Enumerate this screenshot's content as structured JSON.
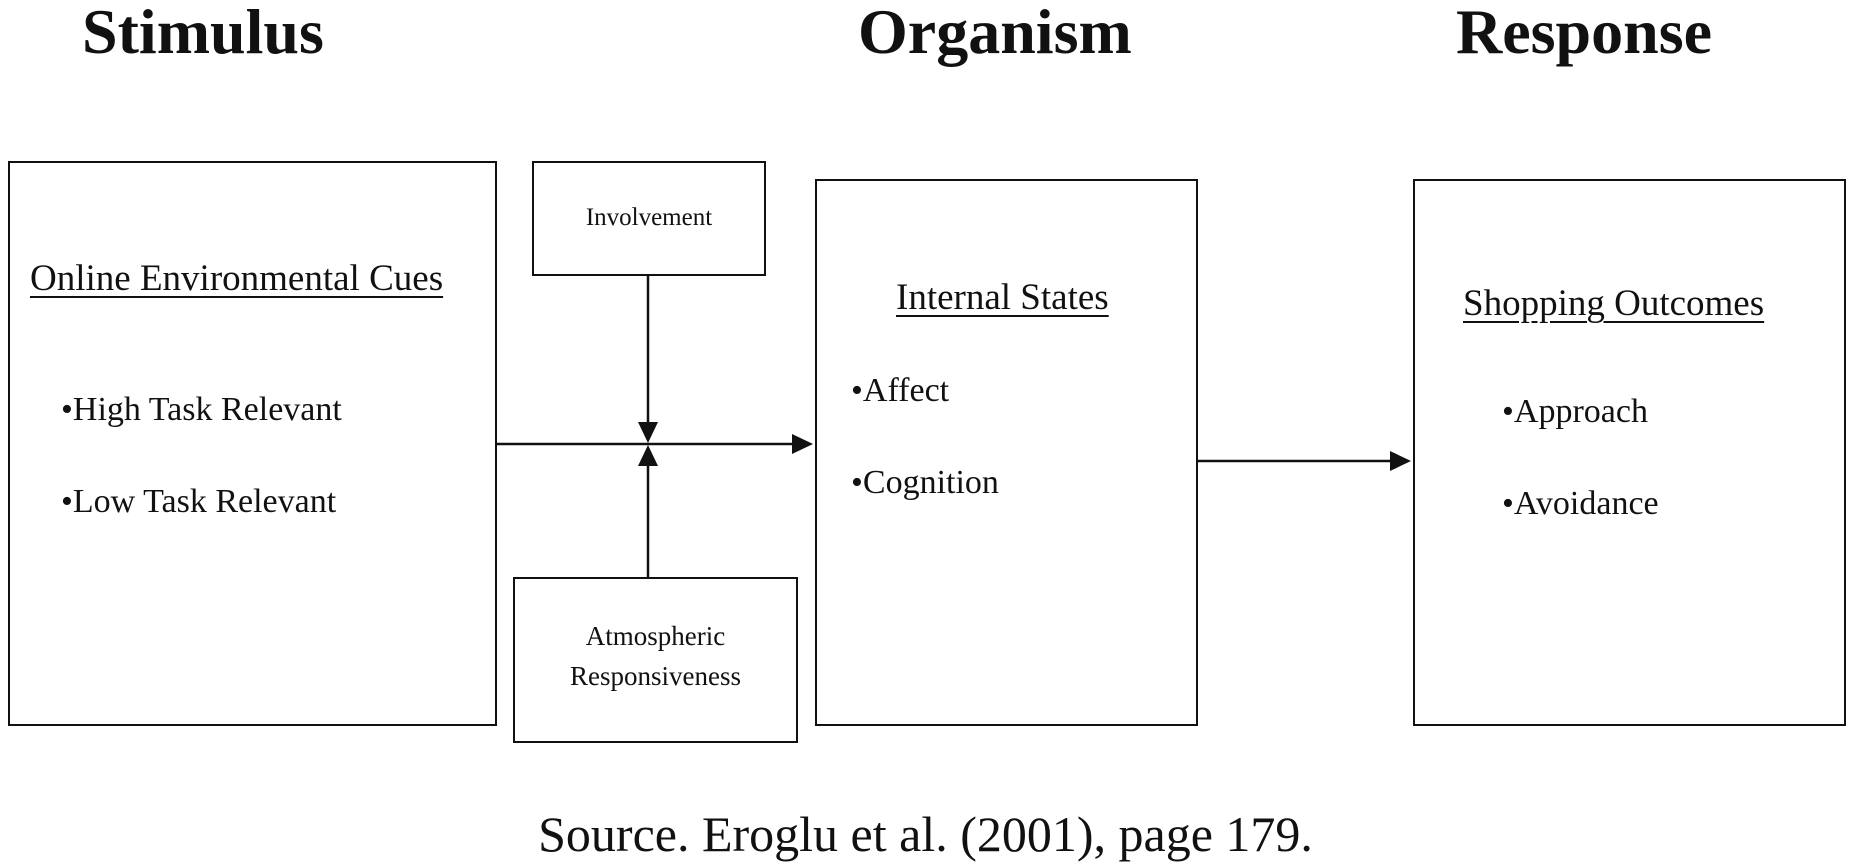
{
  "headings": {
    "stimulus": "Stimulus",
    "organism": "Organism",
    "response": "Response"
  },
  "boxes": {
    "stimulus": {
      "title": "Online Environmental Cues",
      "items": [
        "•High Task Relevant",
        "•Low Task Relevant"
      ]
    },
    "involvement": {
      "label": "Involvement"
    },
    "atmospheric": {
      "lines": [
        "Atmospheric",
        "Responsiveness"
      ]
    },
    "organism": {
      "title": "Internal States",
      "items": [
        "•Affect",
        "•Cognition"
      ]
    },
    "response": {
      "title": "Shopping Outcomes",
      "items": [
        "•Approach",
        "•Avoidance"
      ]
    }
  },
  "source_note": "Source. Eroglu et al. (2001), page 179.",
  "colors": {
    "stroke": "#111111",
    "background": "#ffffff"
  }
}
